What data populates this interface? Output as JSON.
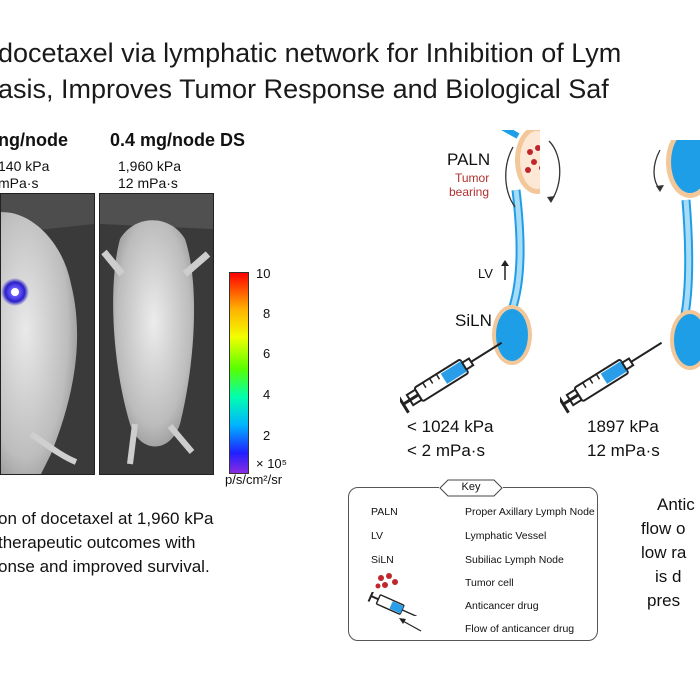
{
  "title": {
    "line1": "docetaxel via lymphatic network for Inhibition of Lym",
    "line2": "asis, Improves Tumor Response and Biological Saf"
  },
  "left_panel": {
    "col1": {
      "heading": "ng/node",
      "pressure": "140 kPa",
      "viscosity": "mPa·s"
    },
    "col2": {
      "heading": "0.4 mg/node DS",
      "pressure": "1,960 kPa",
      "viscosity": "12 mPa·s"
    },
    "colorbar": {
      "ticks": [
        "10",
        "8",
        "6",
        "4",
        "2"
      ],
      "multiplier": "× 10⁵",
      "unit": "p/s/cm²/sr"
    },
    "caption": [
      "on of docetaxel at 1,960 kPa",
      "therapeutic outcomes with",
      "onse and improved survival."
    ]
  },
  "diagram": {
    "node_top_label": "PALN",
    "tumor_label_1": "Tumor",
    "tumor_label_2": "bearing",
    "vessel_label": "LV",
    "node_bottom_label": "SiLN",
    "condition1": {
      "pressure": "< 1024 kPa",
      "viscosity": "< 2 mPa·s"
    },
    "condition2": {
      "pressure": "1897 kPa",
      "viscosity": "12 mPa·s"
    }
  },
  "key": {
    "title": "Key",
    "rows": [
      {
        "abbr": "PALN",
        "desc": "Proper Axillary Lymph Node"
      },
      {
        "abbr": "LV",
        "desc": "Lymphatic Vessel"
      },
      {
        "abbr": "SiLN",
        "desc": "Subiliac Lymph Node"
      },
      {
        "abbr": "",
        "desc": "Tumor cell"
      },
      {
        "abbr": "",
        "desc": "Anticancer drug"
      },
      {
        "abbr": "",
        "desc": "Flow of anticancer drug"
      }
    ]
  },
  "right_caption": [
    "Antic",
    "flow o",
    "low ra",
    "is d",
    "pres"
  ],
  "colors": {
    "node_fill": "#1f9ee8",
    "node_ring": "#f2c79a",
    "vessel_fill": "#7fc8f0",
    "tumor": "#c0272d",
    "tumor_label": "#b03030"
  }
}
